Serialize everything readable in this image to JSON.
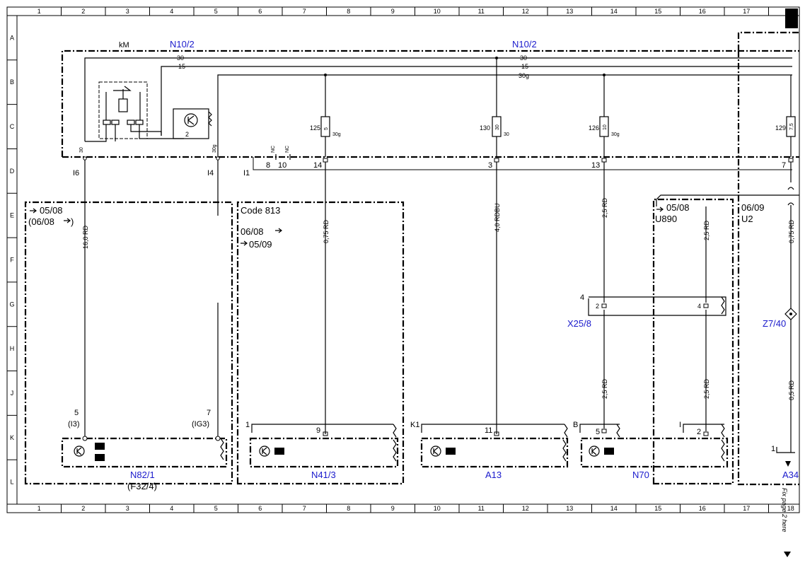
{
  "grid": {
    "columns": [
      "1",
      "2",
      "3",
      "4",
      "5",
      "6",
      "7",
      "8",
      "9",
      "10",
      "11",
      "12",
      "13",
      "14",
      "15",
      "16",
      "17",
      "18"
    ],
    "rows": [
      "A",
      "B",
      "C",
      "D",
      "E",
      "F",
      "G",
      "H",
      "J",
      "K",
      "L"
    ]
  },
  "ecu_top": {
    "title_left": "N10/2",
    "title_right": "N10/2",
    "label_km": "kM"
  },
  "rails": {
    "r30": "30",
    "r15": "15",
    "r30g": "30g"
  },
  "fuses": [
    {
      "num": "125",
      "rating": "5",
      "term": "30g"
    },
    {
      "num": "130",
      "rating": "30",
      "term": "30"
    },
    {
      "num": "126",
      "rating": "10",
      "term": "30g"
    },
    {
      "num": "129",
      "rating": "7,5",
      "term": ""
    }
  ],
  "pins": {
    "l6": "I6",
    "l4": "I4",
    "l1": "I1",
    "p8": "8",
    "p10": "10",
    "p14": "14",
    "p3": "3",
    "p13": "13",
    "p7": "7",
    "nc1": "NC",
    "nc2": "NC",
    "c30": "30",
    "c30g": "30g",
    "relay2": "2"
  },
  "wires": {
    "w1": "16,0 RD",
    "w2": "0,75 RD",
    "w3": "4,0 RDBU",
    "w4": "2,5 RD",
    "w5": "2,5 RD",
    "w6": "0,75 RD",
    "w7": "2,5 RD",
    "w8": "2,5 RD",
    "w9": "0,5 RD"
  },
  "box1": {
    "from": "05/08",
    "to": "(06/08",
    "pin5": "5",
    "pin5b": "(I3)",
    "pin7": "7",
    "pin7b": "(IG3)",
    "name": "N82/1",
    "alt": "(F32/4)"
  },
  "box2": {
    "code": "Code 813",
    "from": "06/08",
    "to": "05/09",
    "pin1": "1",
    "pin9": "9",
    "name": "N41/3"
  },
  "a13": {
    "pin_k1": "K1",
    "pin11": "11",
    "name": "A13"
  },
  "connector": {
    "name": "X25/8",
    "p4": "4",
    "p2": "2",
    "p4b": "4"
  },
  "n70": {
    "pin_b": "B",
    "pin5": "5",
    "pin_i": "I",
    "pin2": "2",
    "name": "N70"
  },
  "u890": {
    "date": "05/08",
    "code": "U890"
  },
  "u2": {
    "date": "06/09",
    "code": "U2"
  },
  "right": {
    "splice": "Z7/40",
    "pin1": "1",
    "name": "A34",
    "note": "Fix page 2 here"
  }
}
